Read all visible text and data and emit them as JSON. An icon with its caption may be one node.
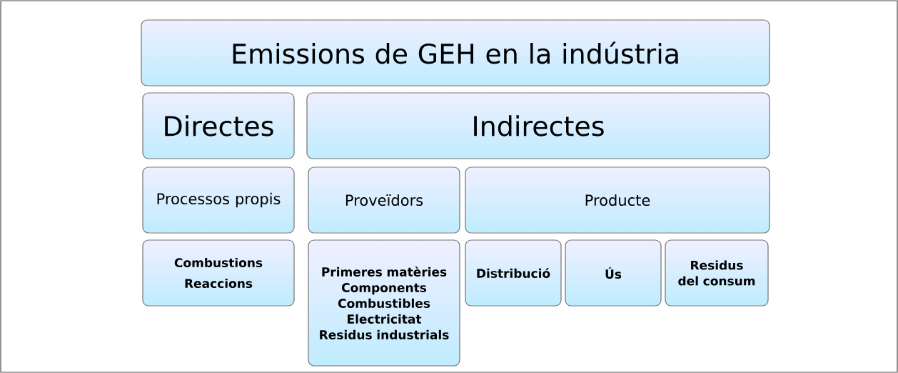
{
  "diagram": {
    "nodes": [
      {
        "text": [
          "Emissions de GEH en la indústria"
        ]
      },
      {
        "text": [
          "Directes"
        ]
      },
      {
        "text": [
          "Indirectes"
        ]
      },
      {
        "text": [
          "Processos propis"
        ]
      },
      {
        "text": [
          "Proveïdors"
        ]
      },
      {
        "text": [
          "Producte"
        ]
      },
      {
        "text": [
          "Combustions",
          "Reaccions"
        ]
      },
      {
        "text": [
          "Primeres matèries",
          "Components",
          "Combustibles",
          "Electricitat",
          "Residus industrials"
        ]
      },
      {
        "text": [
          "Distribució"
        ]
      },
      {
        "text": [
          "Ús"
        ]
      },
      {
        "text": [
          "Residus del consum"
        ]
      }
    ]
  }
}
